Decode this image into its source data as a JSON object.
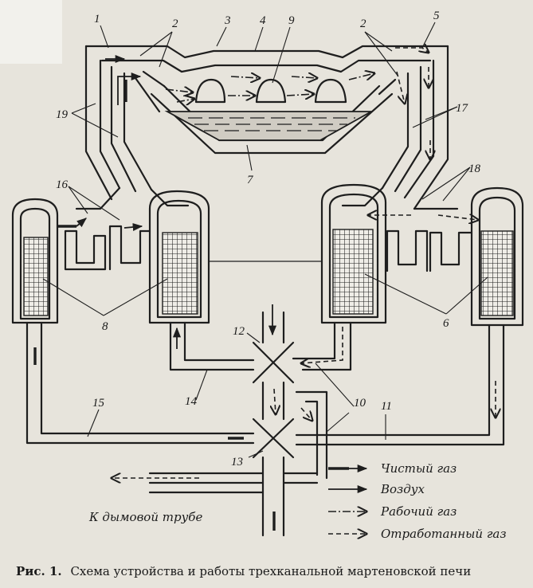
{
  "labels": {
    "n1": "1",
    "n2a": "2",
    "n2b": "2",
    "n3": "3",
    "n4": "4",
    "n5": "5",
    "n6": "6",
    "n7": "7",
    "n8": "8",
    "n9": "9",
    "n10": "10",
    "n11": "11",
    "n12": "12",
    "n13": "13",
    "n14": "14",
    "n15": "15",
    "n16": "16",
    "n17": "17",
    "n18": "18",
    "n19": "19"
  },
  "chimney_label": "К дымовой трубе",
  "legend": [
    {
      "style": "gas",
      "label": "Чистый газ"
    },
    {
      "style": "air",
      "label": "Воздух"
    },
    {
      "style": "work",
      "label": "Рабочий газ"
    },
    {
      "style": "exhaust",
      "label": "Отработанный газ"
    }
  ],
  "caption": {
    "prefix": "Рис. 1.",
    "text": "Схема устройства и работы трехканальной мартеновской печи"
  }
}
